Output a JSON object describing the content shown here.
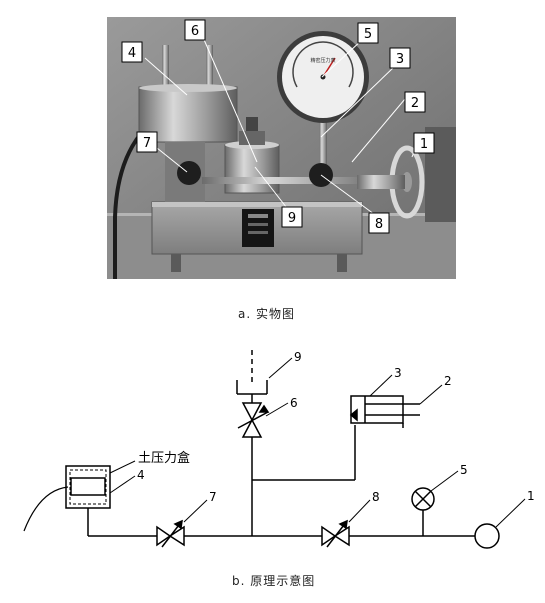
{
  "photo": {
    "caption": "a. 实物图",
    "callouts": [
      "4",
      "6",
      "5",
      "3",
      "2",
      "1",
      "7",
      "9",
      "8"
    ],
    "gauge_face_text": "精密压力表"
  },
  "schematic": {
    "caption": "b. 原理示意图",
    "box_label": "土压力盒",
    "labels": [
      "9",
      "3",
      "2",
      "6",
      "4",
      "5",
      "1",
      "7",
      "8"
    ]
  }
}
